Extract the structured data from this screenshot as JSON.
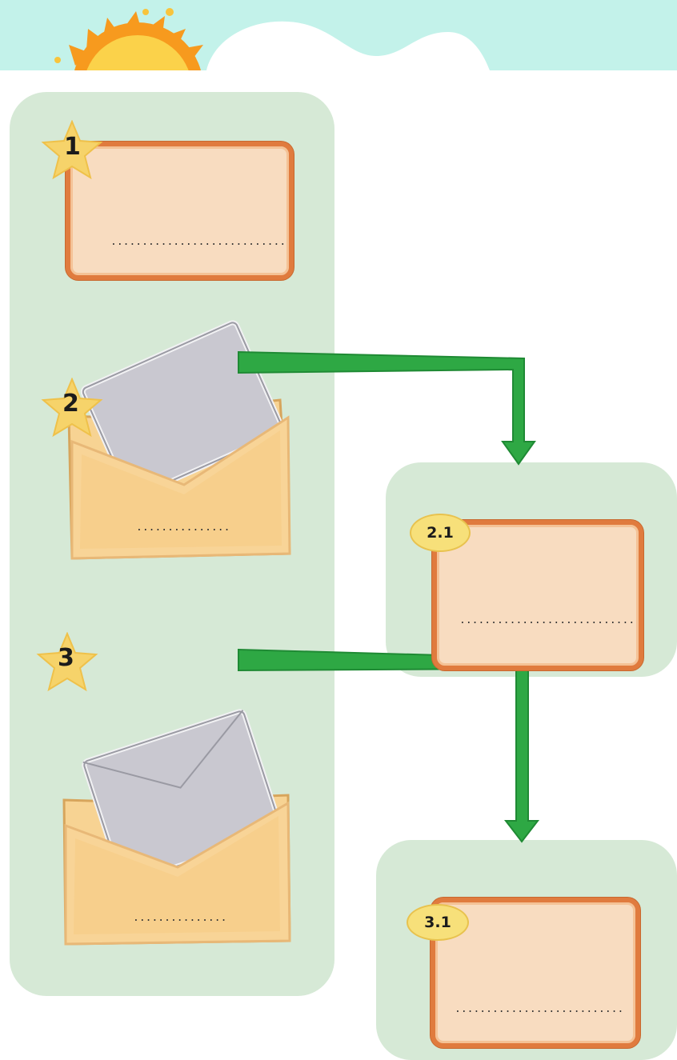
{
  "steps": {
    "s1": {
      "number": "1",
      "dots": "............................"
    },
    "s2": {
      "number": "2",
      "dots": "..............."
    },
    "s2_1": {
      "number": "2.1",
      "dots": "............................"
    },
    "s3": {
      "number": "3",
      "dots": "..............."
    },
    "s3_1": {
      "number": "3.1",
      "dots": "..........................."
    }
  },
  "colors": {
    "header_bg": "#c3f2ea",
    "panel_bg": "#d6e9d6",
    "card_fill": "#f8dcc0",
    "card_border": "#e07b3e",
    "arrow": "#2ea844",
    "star": "#f6d36a",
    "envelope": "#f7d393",
    "letter": "#c9c8d0"
  }
}
